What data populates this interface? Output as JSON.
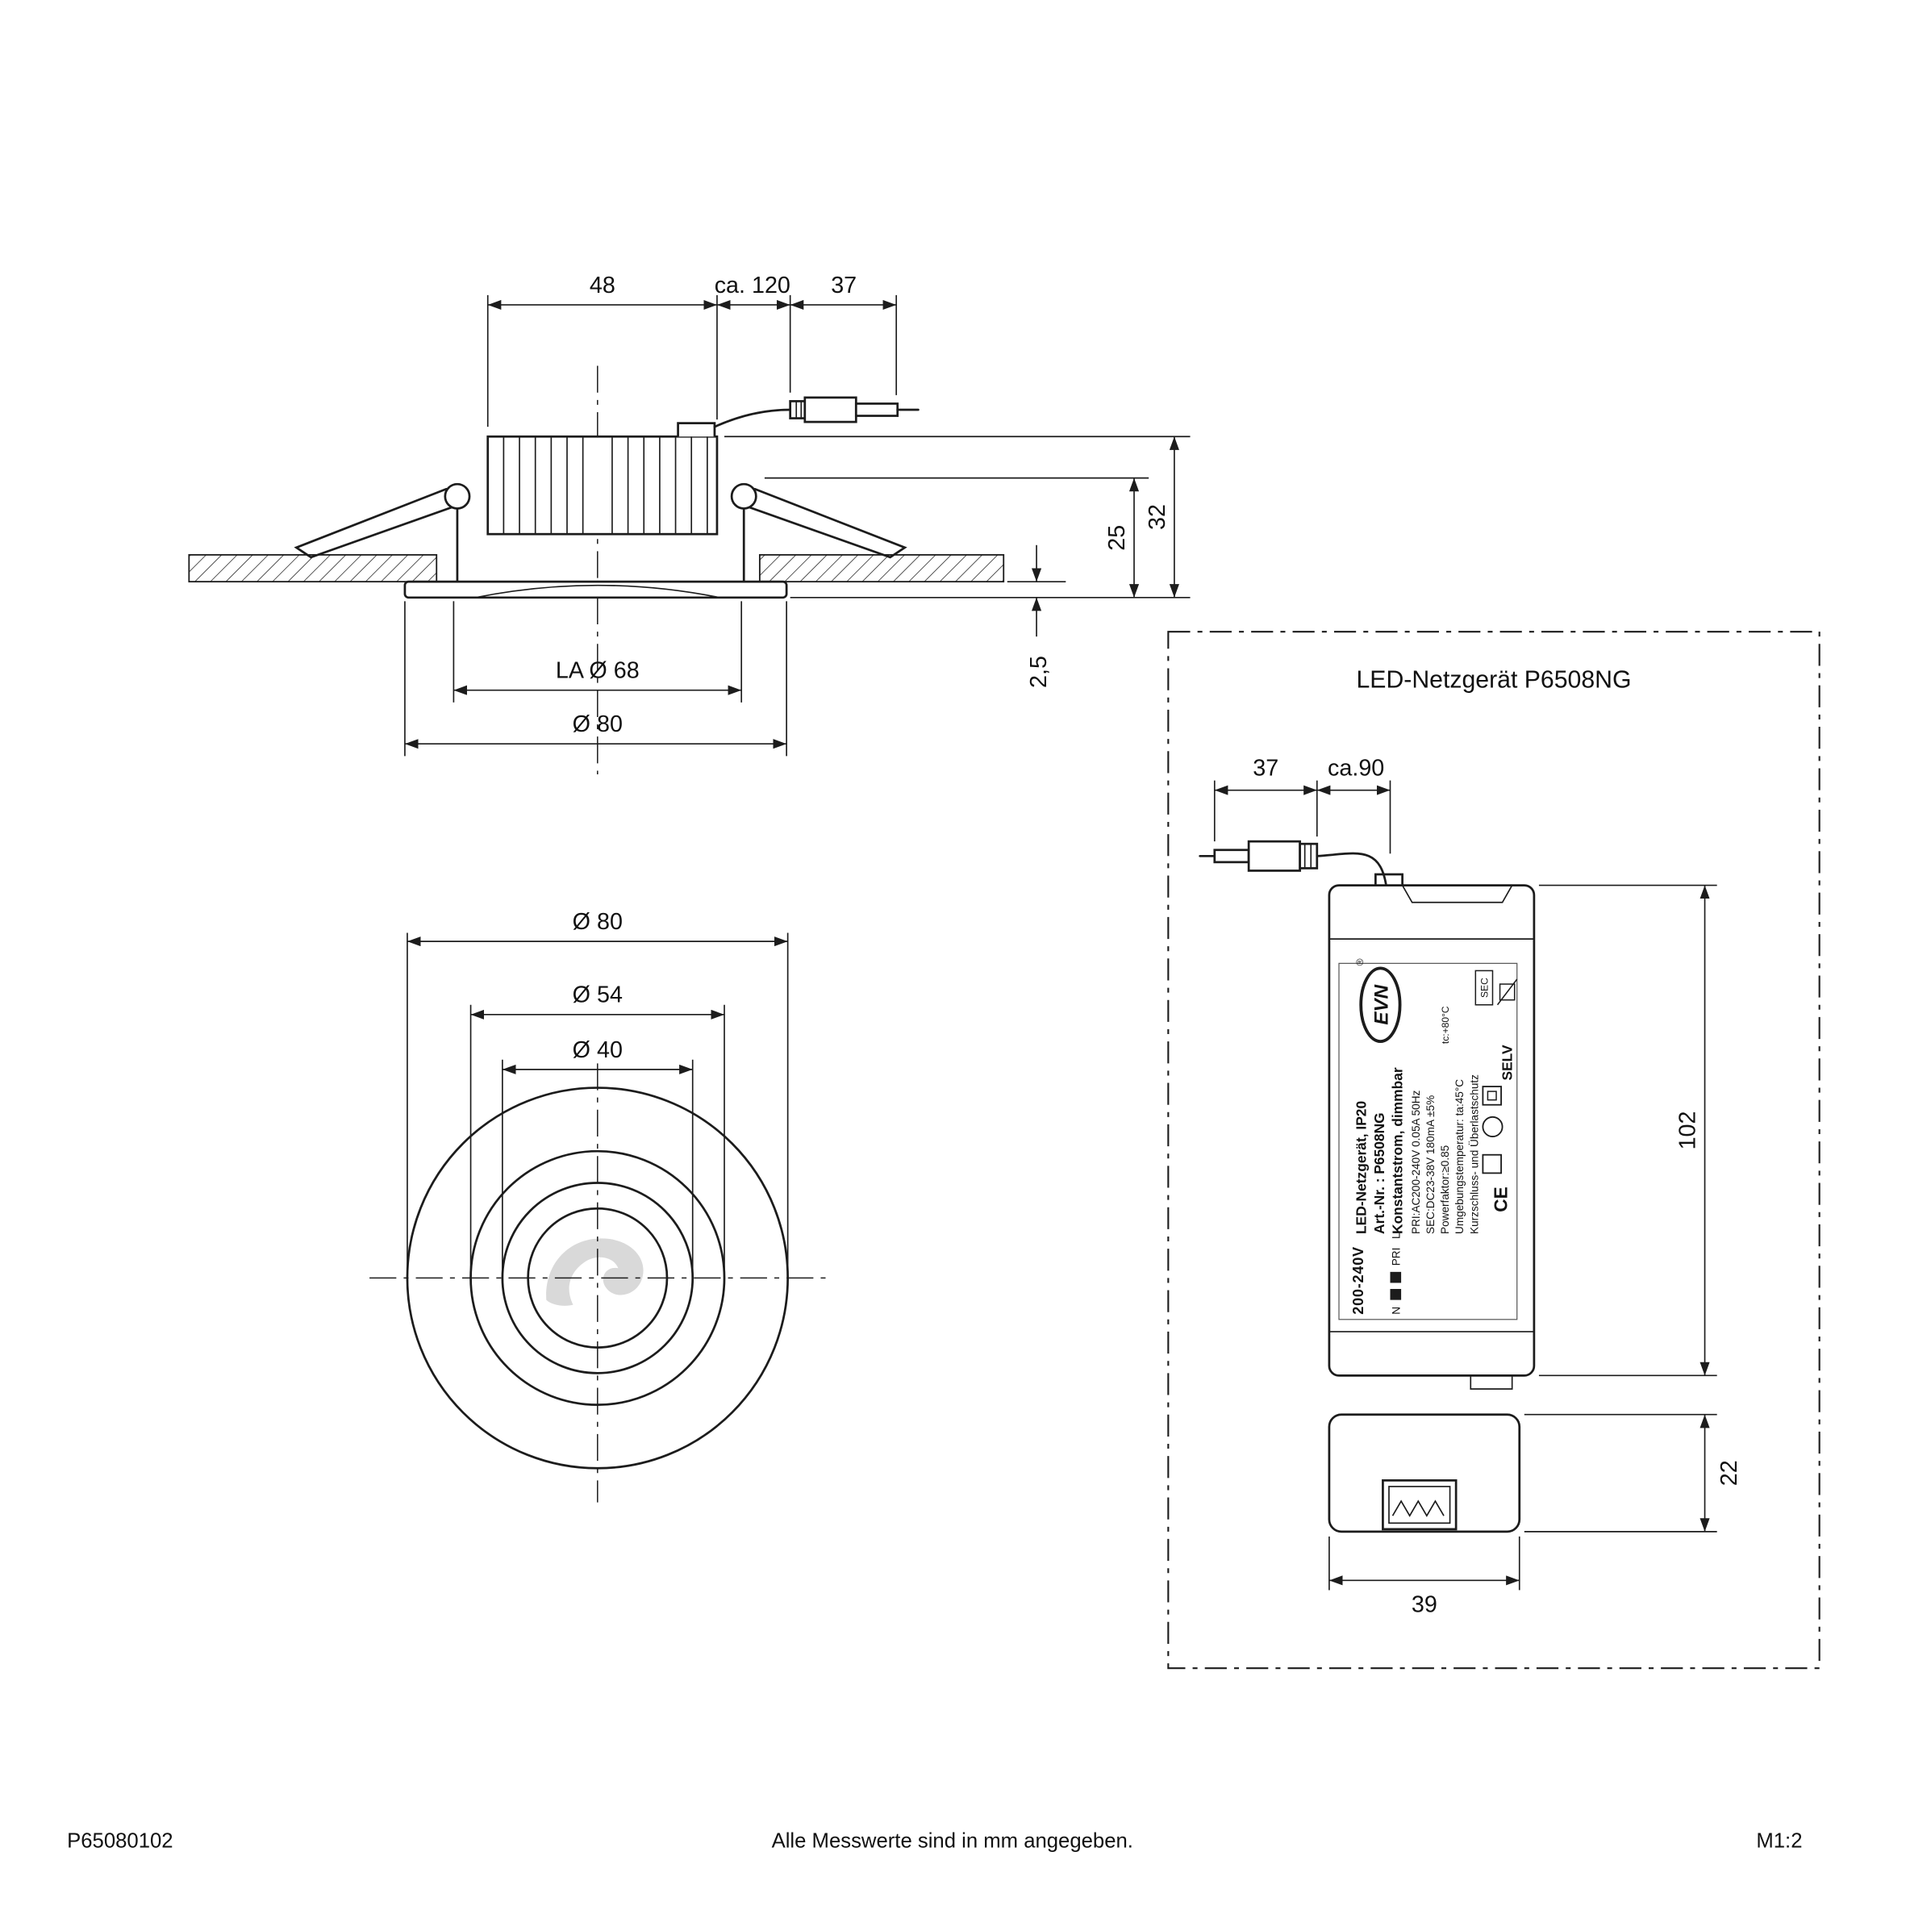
{
  "drawing": {
    "background": "#ffffff",
    "line_color": "#1c1c1c"
  },
  "side_view": {
    "dim_body_width": "48",
    "dim_cable_length": "ca. 120",
    "dim_plug_length": "37",
    "dim_recess_depth": "25",
    "dim_total_height": "32",
    "dim_flange_height": "2,5",
    "dim_cutout": "LA Ø 68",
    "dim_outer_diameter": "Ø 80"
  },
  "front_view": {
    "dim_outer": "Ø 80",
    "dim_middle": "Ø 54",
    "dim_inner": "Ø 40"
  },
  "psu": {
    "title": "LED-Netzgerät P6508NG",
    "dim_plug": "37",
    "dim_cable": "ca.90",
    "dim_length": "102",
    "dim_depth": "22",
    "dim_width": "39",
    "label": {
      "line1": "LED-Netzgerät, IP20",
      "line2": "Art.-Nr. : P6508NG",
      "line3": "Konstantstrom, dimmbar",
      "line4": "PRI:AC200-240V 0.05A  50Hz",
      "line5": "SEC:DC23-38V 180mA  ±5%",
      "line6": "Powerfaktor:≥0.85",
      "line7": "Umgebungstemperatur: ta:45°C",
      "line7b": "tc:+80°C",
      "line8": "Kurzschluss- und Überlastschutz",
      "brand": "EVN",
      "reg": "®",
      "voltage": "200-240V",
      "terminal_n": "N",
      "terminal_pri": "PRI",
      "terminal_l": "L",
      "sec": "SEC",
      "selv": "SELV",
      "ce": "CE"
    }
  },
  "footer": {
    "doc_number": "P65080102",
    "note": "Alle Messwerte sind in mm angegeben.",
    "scale": "M1:2"
  }
}
